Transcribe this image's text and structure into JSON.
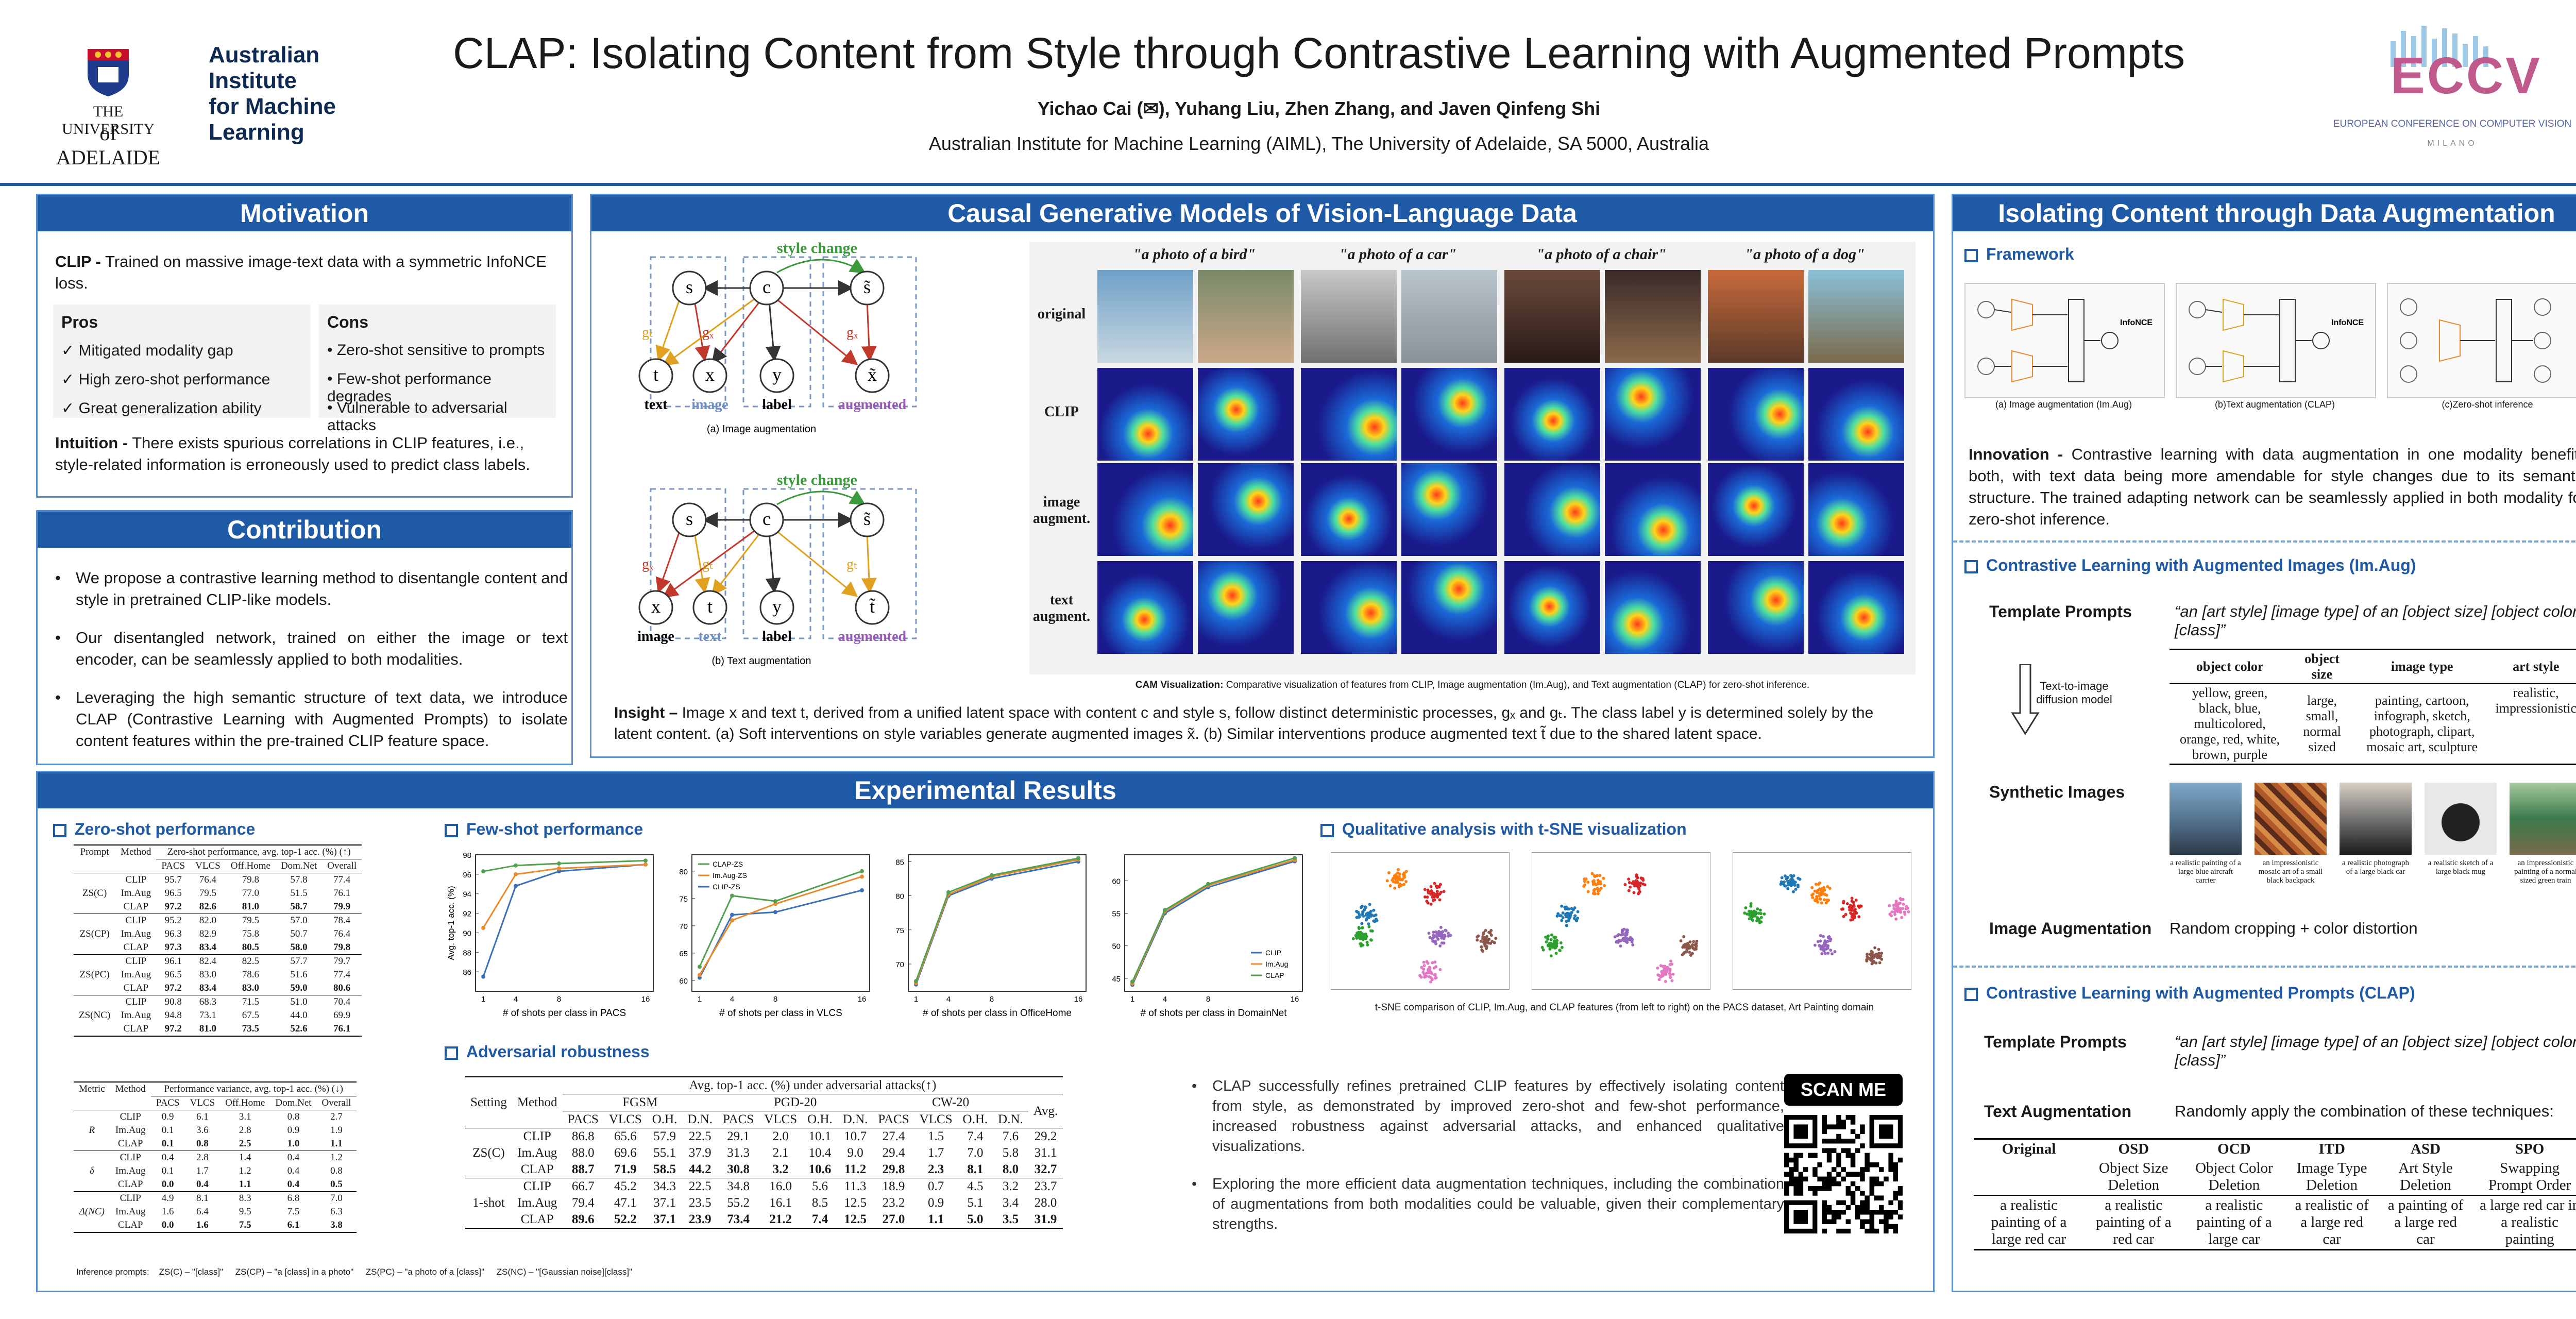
{
  "header": {
    "uni_line1": "THE UNIVERSITY",
    "uni_line2": "of ADELAIDE",
    "aiml_line1": "Australian",
    "aiml_line2": "Institute",
    "aiml_line3": "for Machine",
    "aiml_line4": "Learning",
    "title": "CLAP: Isolating Content from Style through Contrastive Learning with Augmented Prompts",
    "authors": "Yichao Cai (✉), Yuhang Liu, Zhen Zhang, and Javen Qinfeng Shi",
    "affiliation": "Australian Institute for Machine Learning (AIML), The University of Adelaide, SA 5000, Australia",
    "eccv_logo": "ECCV",
    "eccv_sub": "EUROPEAN CONFERENCE ON COMPUTER VISION",
    "eccv_city": "MILANO"
  },
  "motivation": {
    "title": "Motivation",
    "clip_label": "CLIP -",
    "clip_text": " Trained on massive image-text data with a symmetric InfoNCE loss.",
    "pros_title": "Pros",
    "pros": [
      "Mitigated modality gap",
      "High zero-shot performance",
      "Great generalization ability"
    ],
    "cons_title": "Cons",
    "cons": [
      "Zero-shot sensitive to prompts",
      "Few-shot performance degrades",
      "Vulnerable to adversarial attacks"
    ],
    "intuition_label": "Intuition -",
    "intuition_text": " There exists spurious correlations in CLIP features, i.e., style-related information is erroneously used to predict class labels."
  },
  "contribution": {
    "title": "Contribution",
    "items": [
      "We propose a contrastive learning method to disentangle content and style in pretrained CLIP-like models.",
      "Our disentangled network, trained on either the image or text encoder, can be seamlessly applied to both modalities.",
      "Leveraging the high semantic structure of text data, we introduce CLAP (Contrastive Learning with Augmented Prompts) to isolate content features within the pre-trained CLIP feature space."
    ]
  },
  "causal": {
    "title": "Causal Generative Models of Vision-Language Data",
    "style_change": "style change",
    "node_s": "s",
    "node_c": "c",
    "node_s_tilde": "s̃",
    "node_t": "t",
    "node_x": "x",
    "node_y": "y",
    "node_x_tilde": "x̃",
    "node_t_tilde": "t̃",
    "g_t": "gₜ",
    "g_x": "gₓ",
    "lbl_text": "text",
    "lbl_image": "image",
    "lbl_label": "label",
    "lbl_augmented": "augmented",
    "caption_a": "(a) Image augmentation",
    "caption_b": "(b) Text augmentation",
    "col_headers": [
      "\"a photo of a bird\"",
      "\"a photo of a car\"",
      "\"a photo of a chair\"",
      "\"a photo of a dog\""
    ],
    "row_labels": [
      "original",
      "CLIP",
      "image augment.",
      "text augment."
    ],
    "cam_label": "CAM Visualization:",
    "cam_caption": " Comparative visualization of features from CLIP, Image augmentation (Im.Aug), and Text augmentation (CLAP) for zero-shot inference.",
    "insight_label": "Insight –",
    "insight_text": " Image x and text t, derived from a unified latent space with content c and style s, follow distinct deterministic processes, gₓ and gₜ. The class label y is determined solely by the latent content. (a) Soft interventions on style variables generate augmented images x̃. (b) Similar interventions produce augmented text t̃ due to the shared latent space."
  },
  "isolating": {
    "title": "Isolating Content through Data Augmentation",
    "framework": "Framework",
    "fw_captions": [
      "(a) Image augmentation (Im.Aug)",
      "(b)Text augmentation (CLAP)",
      "(c)Zero-shot inference"
    ],
    "innovation_label": "Innovation -",
    "innovation_text": " Contrastive learning with data augmentation in one modality benefits both, with text data being more amendable for style changes due to its semantic structure. The trained adapting network can be seamlessly applied in both modality for zero-shot inference.",
    "imaug_title": "Contrastive Learning with Augmented Images (Im.Aug)",
    "template_prompts": "Template Prompts",
    "template_text": "“an [art style] [image type] of an [object size] [object color] [class]”",
    "t2i": "Text-to-image diffusion model",
    "attr_headers": [
      "object color",
      "object size",
      "image type",
      "art style"
    ],
    "attr_values": [
      "yellow, green, black, blue, multicolored, orange, red, white, brown, purple",
      "large, small, normal sized",
      "painting, cartoon, infograph, sketch, photograph, clipart, mosaic art, sculpture",
      "realistic, impressionistic"
    ],
    "synthetic_images": "Synthetic Images",
    "syn_captions": [
      "a realistic painting of a large blue aircraft carrier",
      "an impressionistic mosaic art of a small black backpack",
      "a realistic photograph of a large black car",
      "a realistic sketch of a large black mug",
      "an impressionistic painting of a normal sized green train"
    ],
    "image_augmentation": "Image Augmentation",
    "image_aug_text": "Random cropping + color distortion",
    "clap_title": "Contrastive Learning with Augmented Prompts (CLAP)",
    "template_text2": "“an [art style] [image type] of an [object size] [object color] [class]”",
    "text_augmentation": "Text Augmentation",
    "text_aug_text": "Randomly apply the combination of these techniques:",
    "aug_headers": [
      "Original",
      "OSD",
      "OCD",
      "ITD",
      "ASD",
      "SPO"
    ],
    "aug_sub": [
      "",
      "Object Size Deletion",
      "Object Color Deletion",
      "Image Type Deletion",
      "Art Style Deletion",
      "Swapping Prompt Order"
    ],
    "aug_examples": [
      "a realistic painting of a large red car",
      "a realistic painting of a red car",
      "a realistic painting of a large car",
      "a realistic of a large red car",
      "a painting of a large red car",
      "a large red car in a realistic painting"
    ]
  },
  "results": {
    "title": "Experimental Results",
    "zeroshot_title": "Zero-shot performance",
    "zs_header1": "Zero-shot performance, avg. top-1 acc. (%) (↑)",
    "zs_cols": [
      "Prompt",
      "Method",
      "PACS",
      "VLCS",
      "Off.Home",
      "Dom.Net",
      "Overall"
    ],
    "zs_rows": [
      {
        "prompt": "ZS(C)",
        "rows": [
          [
            "CLIP",
            "95.7",
            "76.4",
            "79.8",
            "57.8",
            "77.4"
          ],
          [
            "Im.Aug",
            "96.5",
            "79.5",
            "77.0",
            "51.5",
            "76.1"
          ],
          [
            "CLAP",
            "97.2",
            "82.6",
            "81.0",
            "58.7",
            "79.9"
          ]
        ]
      },
      {
        "prompt": "ZS(CP)",
        "rows": [
          [
            "CLIP",
            "95.2",
            "82.0",
            "79.5",
            "57.0",
            "78.4"
          ],
          [
            "Im.Aug",
            "96.3",
            "82.9",
            "75.8",
            "50.7",
            "76.4"
          ],
          [
            "CLAP",
            "97.3",
            "83.4",
            "80.5",
            "58.0",
            "79.8"
          ]
        ]
      },
      {
        "prompt": "ZS(PC)",
        "rows": [
          [
            "CLIP",
            "96.1",
            "82.4",
            "82.5",
            "57.7",
            "79.7"
          ],
          [
            "Im.Aug",
            "96.5",
            "83.0",
            "78.6",
            "51.6",
            "77.4"
          ],
          [
            "CLAP",
            "97.2",
            "83.4",
            "83.0",
            "59.0",
            "80.6"
          ]
        ]
      },
      {
        "prompt": "ZS(NC)",
        "rows": [
          [
            "CLIP",
            "90.8",
            "68.3",
            "71.5",
            "51.0",
            "70.4"
          ],
          [
            "Im.Aug",
            "94.8",
            "73.1",
            "67.5",
            "44.0",
            "69.9"
          ],
          [
            "CLAP",
            "97.2",
            "81.0",
            "73.5",
            "52.6",
            "76.1"
          ]
        ]
      }
    ],
    "var_header": "Performance variance, avg. top-1 acc. (%) (↓)",
    "var_cols": [
      "Metric",
      "Method",
      "PACS",
      "VLCS",
      "Off.Home",
      "Dom.Net",
      "Overall"
    ],
    "var_rows": [
      {
        "metric": "R",
        "rows": [
          [
            "CLIP",
            "0.9",
            "6.1",
            "3.1",
            "0.8",
            "2.7"
          ],
          [
            "Im.Aug",
            "0.1",
            "3.6",
            "2.8",
            "0.9",
            "1.9"
          ],
          [
            "CLAP",
            "0.1",
            "0.8",
            "2.5",
            "1.0",
            "1.1"
          ]
        ]
      },
      {
        "metric": "δ",
        "rows": [
          [
            "CLIP",
            "0.4",
            "2.8",
            "1.4",
            "0.4",
            "1.2"
          ],
          [
            "Im.Aug",
            "0.1",
            "1.7",
            "1.2",
            "0.4",
            "0.8"
          ],
          [
            "CLAP",
            "0.0",
            "0.4",
            "1.1",
            "0.4",
            "0.5"
          ]
        ]
      },
      {
        "metric": "Δ(NC)",
        "rows": [
          [
            "CLIP",
            "4.9",
            "8.1",
            "8.3",
            "6.8",
            "7.0"
          ],
          [
            "Im.Aug",
            "1.6",
            "6.4",
            "9.5",
            "7.5",
            "6.3"
          ],
          [
            "CLAP",
            "0.0",
            "1.6",
            "7.5",
            "6.1",
            "3.8"
          ]
        ]
      }
    ],
    "inference_prompts": "Inference prompts:",
    "prompt_defs": [
      "ZS(C) – \"[class]\"",
      "ZS(CP) – \"a [class] in a photo\"",
      "ZS(PC) – \"a photo of a [class]\"",
      "ZS(NC) – \"[Gaussian noise][class]\""
    ],
    "fewshot_title": "Few-shot performance",
    "adv_title": "Adversarial robustness",
    "adv_header": "Avg. top-1 acc. (%) under adversarial attacks(↑)",
    "adv_groups": [
      "FGSM",
      "PGD-20",
      "CW-20"
    ],
    "adv_setting": "Setting",
    "adv_method": "Method",
    "adv_cols": [
      "PACS",
      "VLCS",
      "O.H.",
      "D.N.",
      "PACS",
      "VLCS",
      "O.H.",
      "D.N.",
      "PACS",
      "VLCS",
      "O.H.",
      "D.N."
    ],
    "adv_avg": "Avg.",
    "adv_rows": [
      {
        "setting": "ZS(C)",
        "rows": [
          [
            "CLIP",
            "86.8",
            "65.6",
            "57.9",
            "22.5",
            "29.1",
            "2.0",
            "10.1",
            "10.7",
            "27.4",
            "1.5",
            "7.4",
            "7.6",
            "29.2"
          ],
          [
            "Im.Aug",
            "88.0",
            "69.6",
            "55.1",
            "37.9",
            "31.3",
            "2.1",
            "10.4",
            "9.0",
            "29.4",
            "1.7",
            "7.0",
            "5.8",
            "31.1"
          ],
          [
            "CLAP",
            "88.7",
            "71.9",
            "58.5",
            "44.2",
            "30.8",
            "3.2",
            "10.6",
            "11.2",
            "29.8",
            "2.3",
            "8.1",
            "8.0",
            "32.7"
          ]
        ]
      },
      {
        "setting": "1-shot",
        "rows": [
          [
            "CLIP",
            "66.7",
            "45.2",
            "34.3",
            "22.5",
            "34.8",
            "16.0",
            "5.6",
            "11.3",
            "18.9",
            "0.7",
            "4.5",
            "3.2",
            "23.7"
          ],
          [
            "Im.Aug",
            "79.4",
            "47.1",
            "37.1",
            "23.5",
            "55.2",
            "16.1",
            "8.5",
            "12.5",
            "23.2",
            "0.9",
            "5.1",
            "3.4",
            "28.0"
          ],
          [
            "CLAP",
            "89.6",
            "52.2",
            "37.1",
            "23.9",
            "73.4",
            "21.2",
            "7.4",
            "12.5",
            "27.0",
            "1.1",
            "5.0",
            "3.5",
            "31.9"
          ]
        ]
      }
    ],
    "tsne_title": "Qualitative analysis with t-SNE visualization",
    "tsne_caption": "t-SNE comparison of CLIP, Im.Aug, and CLAP features (from left to right) on the PACS dataset, Art Painting domain",
    "bullets": [
      "CLAP successfully refines pretrained CLIP features by effectively isolating content from style, as demonstrated by improved zero-shot and few-shot performance, increased robustness against adversarial attacks, and enhanced qualitative visualizations.",
      "Exploring the more efficient data augmentation techniques, including the combination of augmentations from both modalities could be valuable, given their complementary strengths."
    ],
    "scan_me": "SCAN ME"
  },
  "chart_data": [
    {
      "type": "line",
      "xlabel": "# of shots per class in PACS",
      "ylabel": "Avg. top-1 acc. (%)",
      "x": [
        1,
        4,
        8,
        16
      ],
      "ylim": [
        84,
        98
      ],
      "yticks": [
        86,
        88,
        90,
        92,
        94,
        96,
        98
      ],
      "xticks": [
        1,
        4,
        8,
        16
      ],
      "series": [
        {
          "name": "CLIP",
          "color": "#3b6fb6",
          "values": [
            85.5,
            94.8,
            96.3,
            97.0
          ]
        },
        {
          "name": "Im.Aug",
          "color": "#e98a2c",
          "values": [
            90.5,
            96.0,
            96.6,
            97.0
          ]
        },
        {
          "name": "CLAP",
          "color": "#52a050",
          "values": [
            96.3,
            96.9,
            97.1,
            97.4
          ]
        }
      ]
    },
    {
      "type": "line",
      "xlabel": "# of shots per class in VLCS",
      "ylabel": "",
      "x": [
        1,
        4,
        8,
        16
      ],
      "ylim": [
        58,
        83
      ],
      "yticks": [
        60,
        65,
        70,
        75,
        80
      ],
      "xticks": [
        1,
        4,
        8,
        16
      ],
      "legend": [
        "CLAP-ZS",
        "Im.Aug-ZS",
        "CLIP-ZS"
      ],
      "series": [
        {
          "name": "CLIP",
          "color": "#3b6fb6",
          "values": [
            60.5,
            72.0,
            72.5,
            76.5
          ]
        },
        {
          "name": "Im.Aug",
          "color": "#e98a2c",
          "values": [
            61.0,
            71.0,
            74.0,
            79.0
          ]
        },
        {
          "name": "CLAP",
          "color": "#52a050",
          "values": [
            62.5,
            75.5,
            74.5,
            80.0
          ]
        }
      ]
    },
    {
      "type": "line",
      "xlabel": "# of shots per class in OfficeHome",
      "ylabel": "",
      "x": [
        1,
        4,
        8,
        16
      ],
      "ylim": [
        66,
        86
      ],
      "yticks": [
        70,
        75,
        80,
        85
      ],
      "xticks": [
        1,
        4,
        8,
        16
      ],
      "series": [
        {
          "name": "CLIP",
          "color": "#3b6fb6",
          "values": [
            67.0,
            80.0,
            82.5,
            85.0
          ]
        },
        {
          "name": "Im.Aug",
          "color": "#e98a2c",
          "values": [
            67.2,
            80.2,
            82.8,
            85.3
          ]
        },
        {
          "name": "CLAP",
          "color": "#52a050",
          "values": [
            67.5,
            80.5,
            83.0,
            85.5
          ]
        }
      ]
    },
    {
      "type": "line",
      "xlabel": "# of shots per class in DomainNet",
      "ylabel": "",
      "x": [
        1,
        4,
        8,
        16
      ],
      "ylim": [
        43,
        64
      ],
      "yticks": [
        45,
        50,
        55,
        60
      ],
      "xticks": [
        1,
        4,
        8,
        16
      ],
      "legend": [
        "CLIP",
        "Im.Aug",
        "CLAP"
      ],
      "series": [
        {
          "name": "CLIP",
          "color": "#3b6fb6",
          "values": [
            44.0,
            55.0,
            59.0,
            63.0
          ]
        },
        {
          "name": "Im.Aug",
          "color": "#e98a2c",
          "values": [
            44.2,
            55.3,
            59.3,
            63.2
          ]
        },
        {
          "name": "CLAP",
          "color": "#52a050",
          "values": [
            44.5,
            55.5,
            59.5,
            63.5
          ]
        }
      ]
    }
  ]
}
